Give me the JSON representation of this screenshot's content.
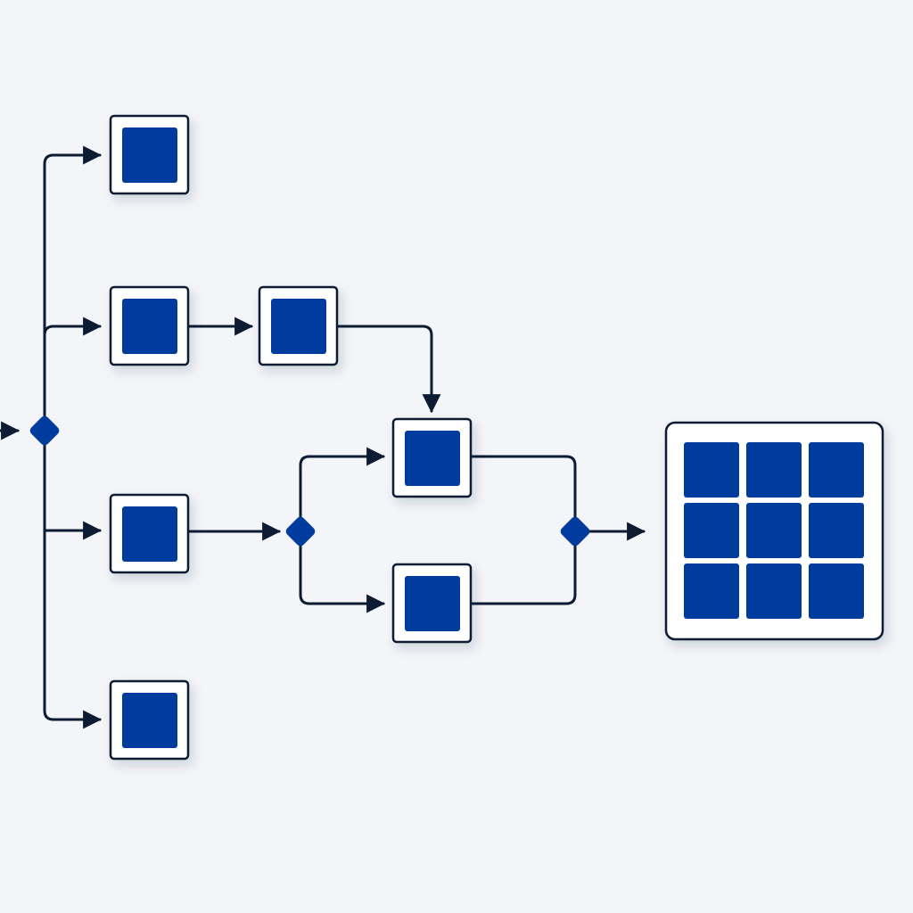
{
  "diagram": {
    "kind": "workflow-flowchart",
    "background_color": "#f3f5f8",
    "line_color": "#0e1c33",
    "node_fill_color": "#ffffff",
    "node_inner_color": "#003b9e",
    "shadow_color": "#1a2a4a",
    "nodes": [
      {
        "id": "task-top",
        "shape": "square-task",
        "label": ""
      },
      {
        "id": "task-upper",
        "shape": "square-task",
        "label": ""
      },
      {
        "id": "task-upper-next",
        "shape": "square-task",
        "label": ""
      },
      {
        "id": "task-middle",
        "shape": "square-task",
        "label": ""
      },
      {
        "id": "task-bottom",
        "shape": "square-task",
        "label": ""
      },
      {
        "id": "task-parallel-a",
        "shape": "square-task",
        "label": ""
      },
      {
        "id": "task-parallel-b",
        "shape": "square-task",
        "label": ""
      },
      {
        "id": "result-grid",
        "shape": "grid-3x3",
        "label": ""
      }
    ],
    "gateways": [
      {
        "id": "gateway-split-main",
        "shape": "diamond"
      },
      {
        "id": "gateway-split-parallel",
        "shape": "diamond"
      },
      {
        "id": "gateway-join-parallel",
        "shape": "diamond"
      }
    ],
    "edges": [
      {
        "from": "entry",
        "to": "gateway-split-main"
      },
      {
        "from": "gateway-split-main",
        "to": "task-top"
      },
      {
        "from": "gateway-split-main",
        "to": "task-upper"
      },
      {
        "from": "gateway-split-main",
        "to": "task-middle"
      },
      {
        "from": "gateway-split-main",
        "to": "task-bottom"
      },
      {
        "from": "task-upper",
        "to": "task-upper-next"
      },
      {
        "from": "task-upper-next",
        "to": "task-parallel-a"
      },
      {
        "from": "task-middle",
        "to": "gateway-split-parallel"
      },
      {
        "from": "gateway-split-parallel",
        "to": "task-parallel-a"
      },
      {
        "from": "gateway-split-parallel",
        "to": "task-parallel-b"
      },
      {
        "from": "task-parallel-a",
        "to": "gateway-join-parallel"
      },
      {
        "from": "task-parallel-b",
        "to": "gateway-join-parallel"
      },
      {
        "from": "gateway-join-parallel",
        "to": "result-grid"
      }
    ]
  }
}
